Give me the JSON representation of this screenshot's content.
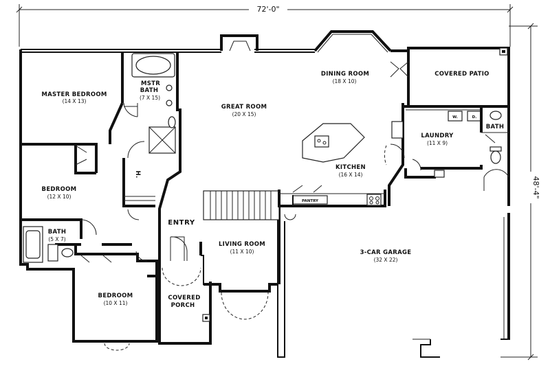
{
  "dimensions": {
    "width": "72'-0\"",
    "depth": "48'-4\""
  },
  "rooms": {
    "master_bedroom": {
      "name": "MASTER BEDROOM",
      "size": "(14 X 13)"
    },
    "master_bath": {
      "name_line1": "MSTR",
      "name_line2": "BATH",
      "size": "(7 X 15)"
    },
    "great_room": {
      "name": "GREAT ROOM",
      "size": "(20 X 15)"
    },
    "dining_room": {
      "name": "DINING ROOM",
      "size": "(18 X 10)"
    },
    "covered_patio": {
      "name": "COVERED PATIO"
    },
    "kitchen": {
      "name": "KITCHEN",
      "size": "(16 X 14)"
    },
    "laundry": {
      "name": "LAUNDRY",
      "size": "(11 X 9)"
    },
    "laundry_bath": {
      "name": "BATH"
    },
    "bedroom_2": {
      "name": "BEDROOM",
      "size": "(12 X 10)"
    },
    "bath": {
      "name": "BATH",
      "size": "(5 X 7)"
    },
    "bedroom_3": {
      "name": "BEDROOM",
      "size": "(10 X 11)"
    },
    "covered_porch": {
      "name_line1": "COVERED",
      "name_line2": "PORCH"
    },
    "living_room": {
      "name": "LIVING ROOM",
      "size": "(11 X 10)"
    },
    "garage": {
      "name": "3-CAR GARAGE",
      "size": "(32 X 22)"
    },
    "hall_closet": {
      "name": "H."
    }
  },
  "labels": {
    "entry": "ENTRY",
    "pantry": "PANTRY",
    "washer": "W.",
    "dryer": "D."
  }
}
